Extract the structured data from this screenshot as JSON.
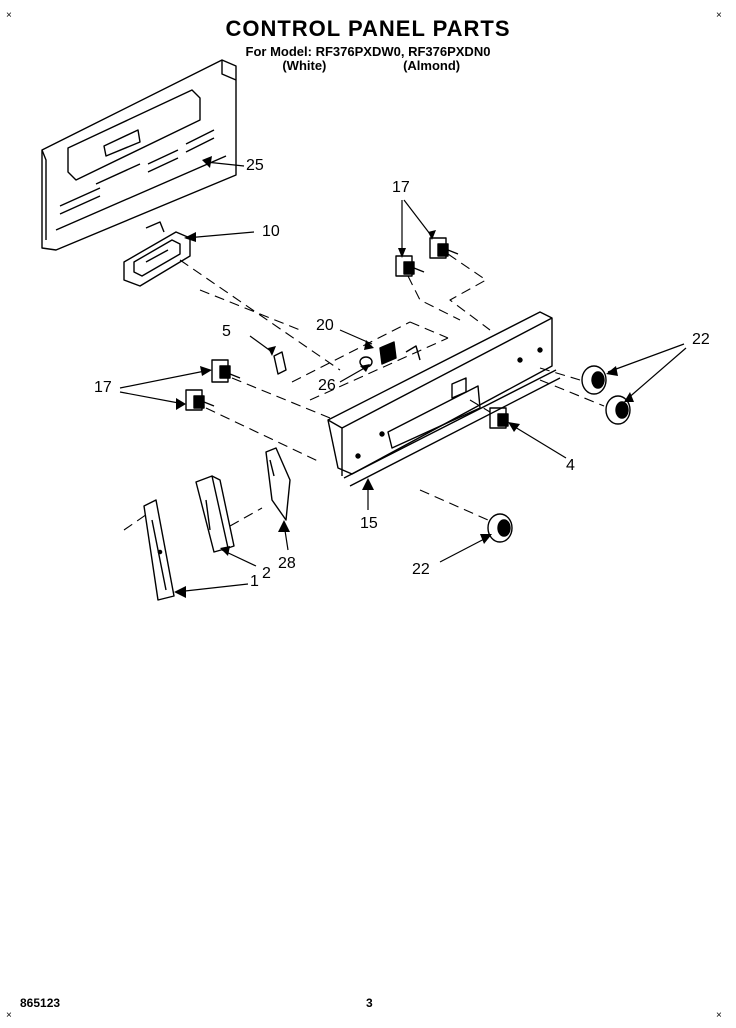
{
  "header": {
    "title": "CONTROL PANEL PARTS",
    "model_line": "For Model: RF376PXDW0, RF376PXDN0",
    "color_left": "(White)",
    "color_right": "(Almond)"
  },
  "callouts": {
    "c25": "25",
    "c10": "10",
    "c17a": "17",
    "c17b": "17",
    "c5": "5",
    "c20": "20",
    "c26": "26",
    "c22a": "22",
    "c22b": "22",
    "c4": "4",
    "c15": "15",
    "c28": "28",
    "c2": "2",
    "c1": "1"
  },
  "footer": {
    "doc_number": "865123",
    "page_number": "3"
  },
  "corner_mark": "×"
}
